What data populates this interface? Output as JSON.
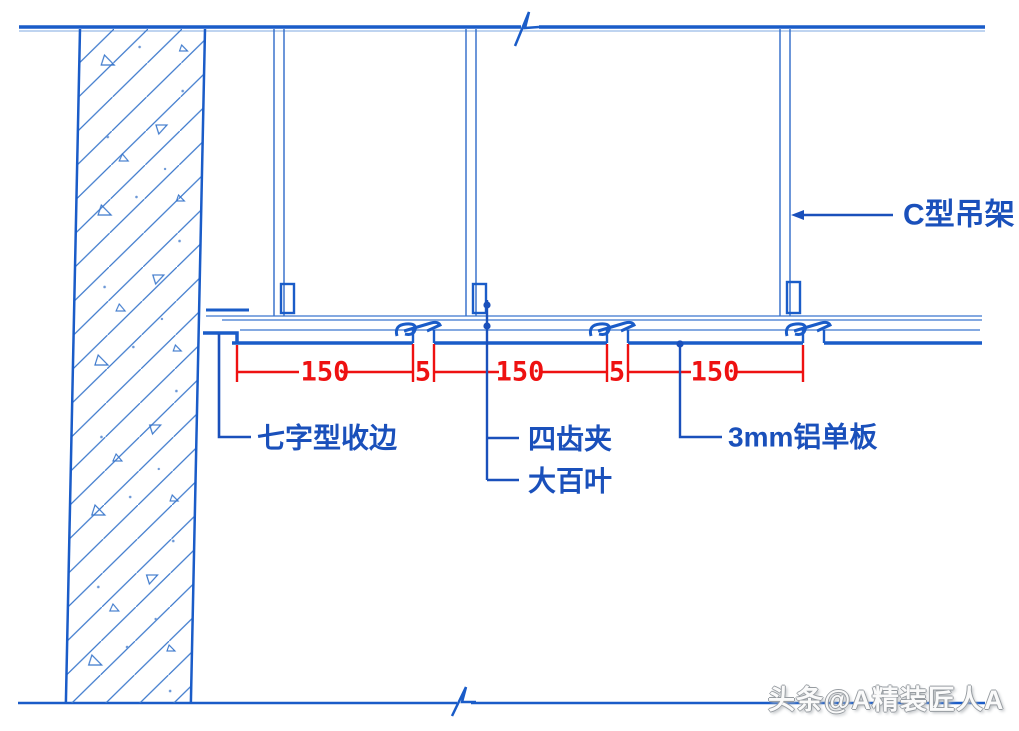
{
  "drawing": {
    "type": "ceiling-section-detail",
    "labels": {
      "edge_trim": "七字型收边",
      "tooth_clip": "四齿夹",
      "louver": "大百叶",
      "aluminum_panel": "3mm铝单板",
      "hanger": "C型吊架"
    },
    "dimensions": {
      "values": [
        "150",
        "5",
        "150",
        "5",
        "150"
      ]
    },
    "colors": {
      "line_blue": "#1a5cc8",
      "thin_blue": "#3b78cc",
      "label_blue": "#1a50bb",
      "dimension_red": "#ee1111",
      "watermark_gray": "#979ca1"
    }
  },
  "watermark": {
    "text": "头条@A精装匠人A"
  }
}
